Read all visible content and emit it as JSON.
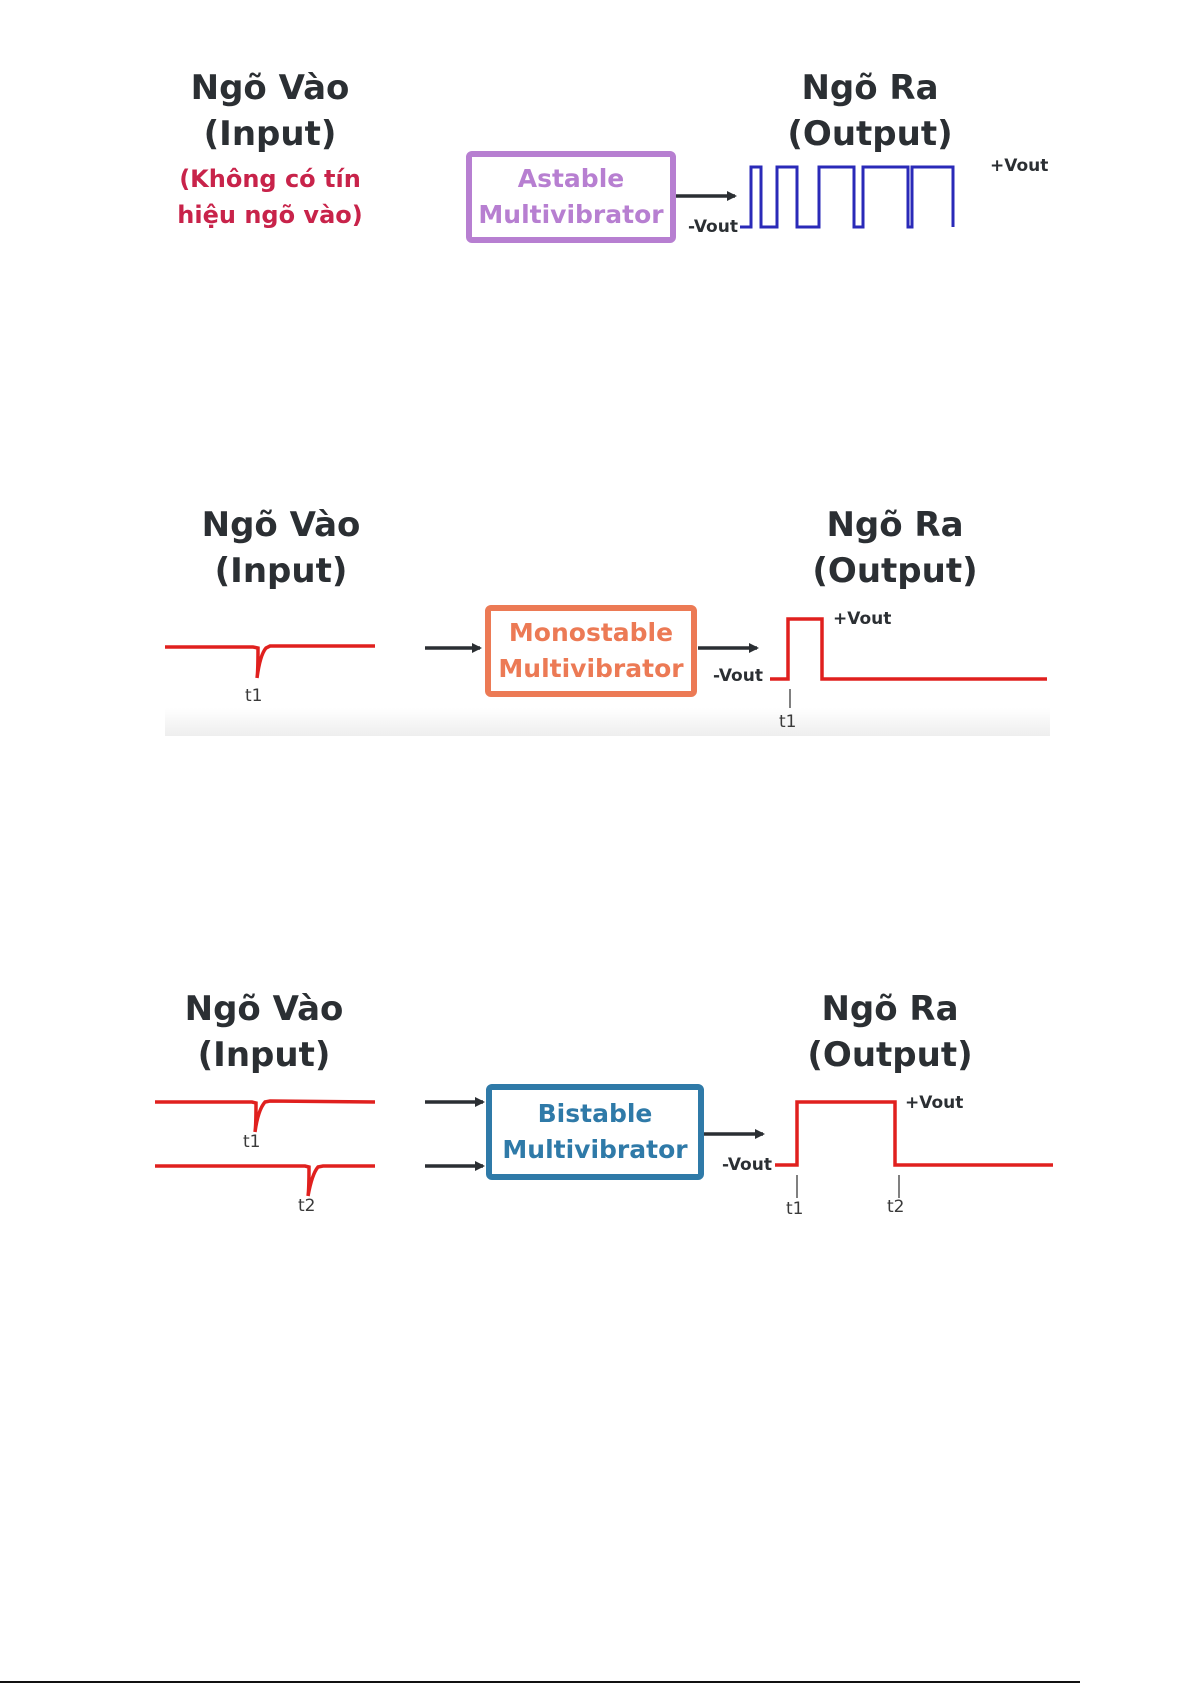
{
  "colors": {
    "heading": "#2b2f33",
    "note": "#c8234a",
    "astable": "#b77fd1",
    "monostable": "#ec7a55",
    "bistable": "#2f7aa8",
    "astable_wave": "#2a2ab8",
    "red_wave": "#e0201e",
    "arrow": "#2b2f33"
  },
  "panels": [
    {
      "id": "astable",
      "input_title": [
        "Ngõ Vào",
        "(Input)"
      ],
      "input_note": [
        "(Không có tín",
        "hiệu ngõ vào)"
      ],
      "box_label": [
        "Astable",
        "Multivibrator"
      ],
      "output_title": [
        "Ngõ Ra",
        "(Output)"
      ],
      "vout_high": "+Vout",
      "vout_low": "-Vout"
    },
    {
      "id": "monostable",
      "input_title": [
        "Ngõ Vào",
        "(Input)"
      ],
      "input_ticks": [
        "t1"
      ],
      "box_label": [
        "Monostable",
        "Multivibrator"
      ],
      "output_title": [
        "Ngõ Ra",
        "(Output)"
      ],
      "vout_high": "+Vout",
      "vout_low": "-Vout",
      "output_ticks": [
        "t1"
      ]
    },
    {
      "id": "bistable",
      "input_title": [
        "Ngõ Vào",
        "(Input)"
      ],
      "input_ticks": [
        "t1",
        "t2"
      ],
      "box_label": [
        "Bistable",
        "Multivibrator"
      ],
      "output_title": [
        "Ngõ Ra",
        "(Output)"
      ],
      "vout_high": "+Vout",
      "vout_low": "-Vout",
      "output_ticks": [
        "t1",
        "t2"
      ]
    }
  ]
}
